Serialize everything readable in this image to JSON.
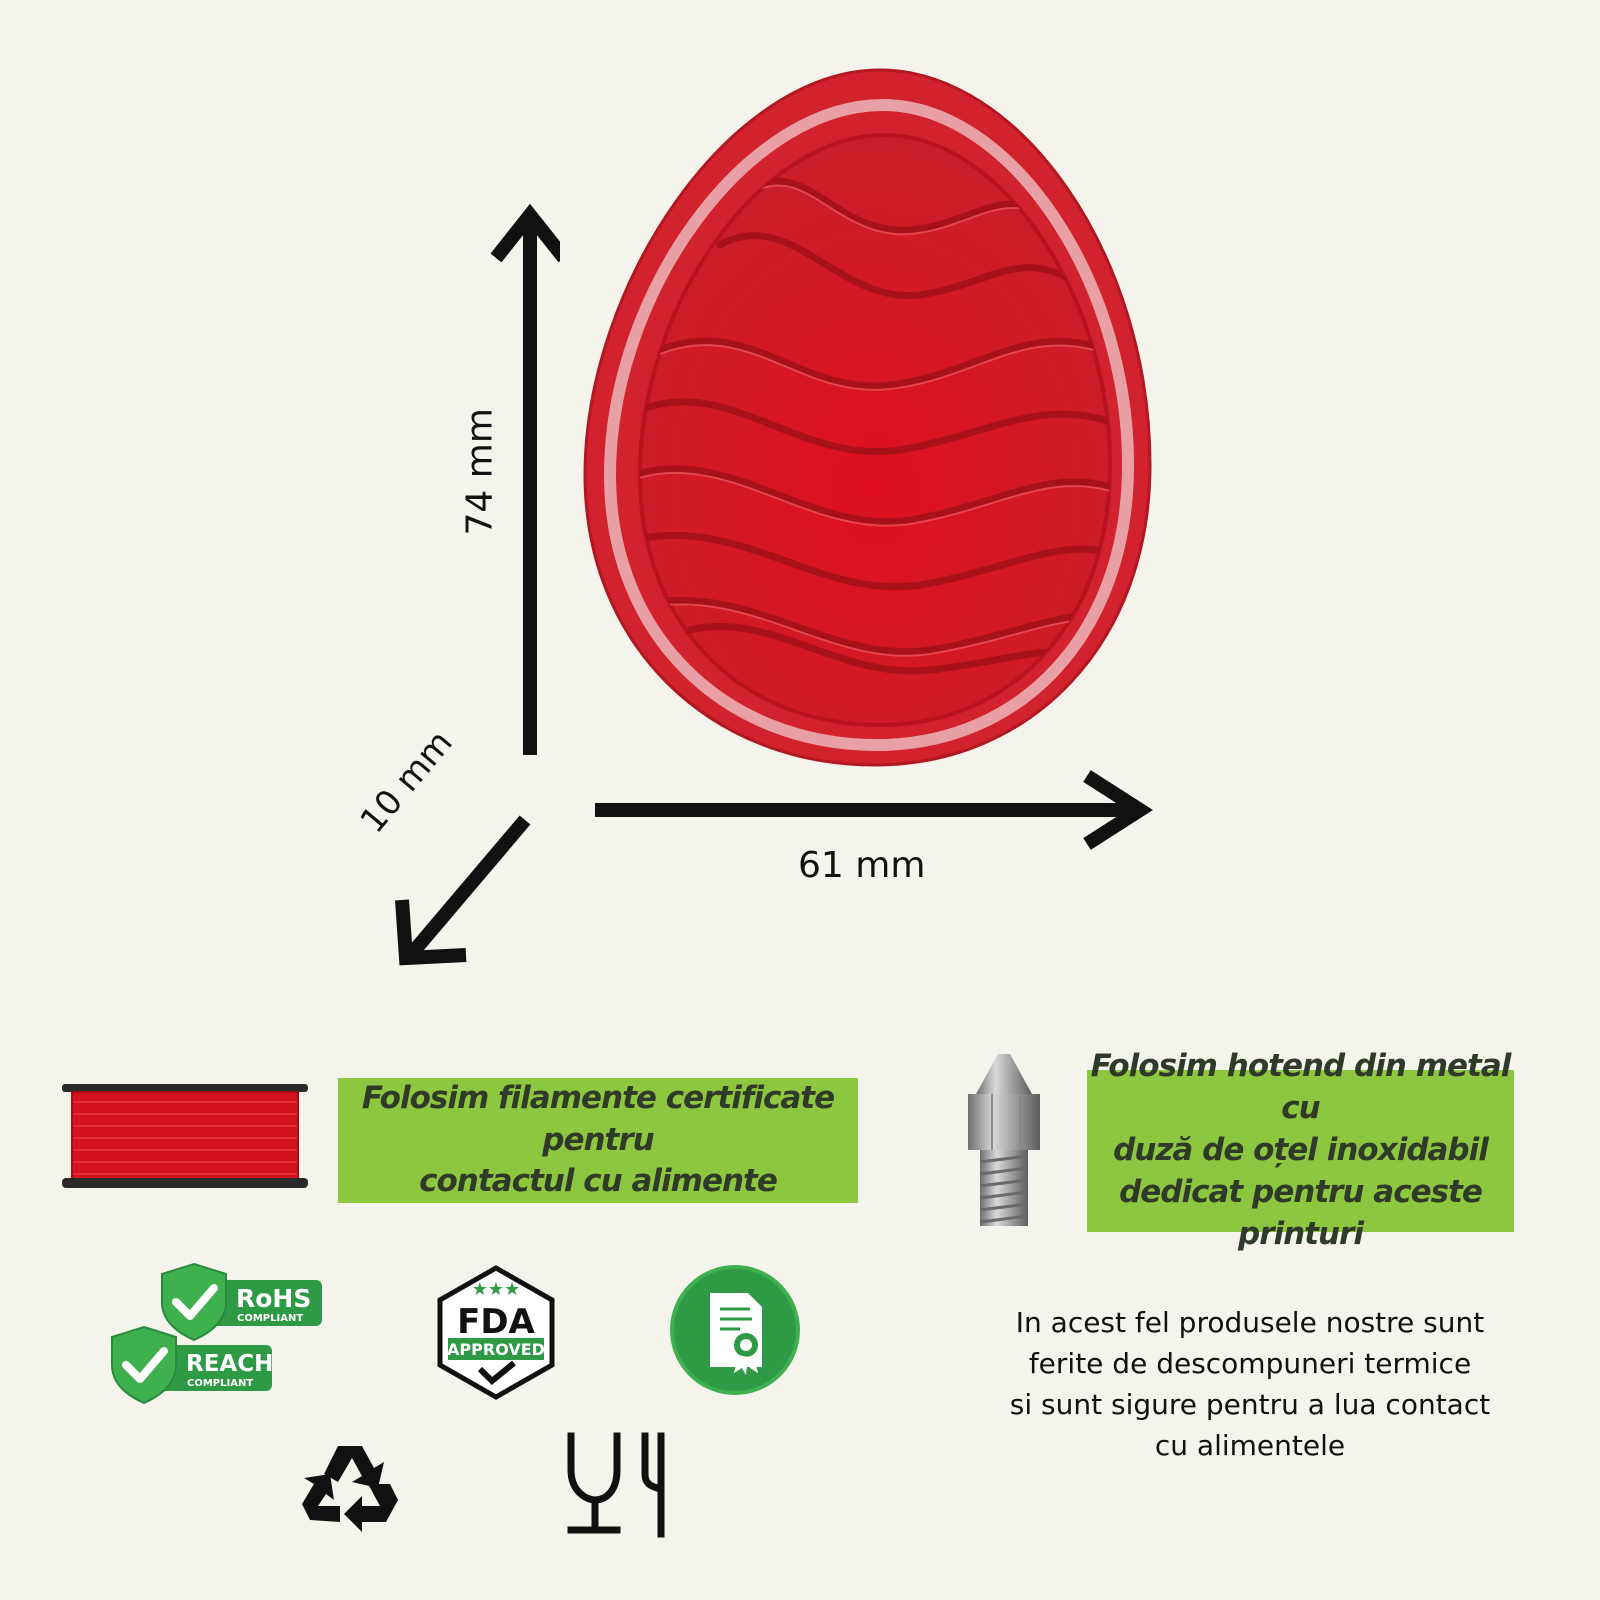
{
  "dimensions": {
    "height_label": "74  mm",
    "width_label": "61 mm",
    "depth_label": "10 mm"
  },
  "features": [
    {
      "lines": [
        "Folosim filamente certificate pentru",
        "contactul cu alimente"
      ]
    },
    {
      "lines": [
        "Folosim hotend din metal cu",
        "duză de oțel inoxidabil",
        "dedicat pentru aceste printuri"
      ]
    }
  ],
  "safety_note": {
    "lines": [
      "In acest fel produsele nostre sunt",
      "ferite de descompuneri termice",
      "si sunt sigure  pentru a lua contact",
      "cu alimentele"
    ]
  },
  "badges": {
    "rohs": {
      "title": "RoHS",
      "subtitle": "COMPLIANT"
    },
    "reach": {
      "title": "REACH",
      "subtitle": "COMPLIANT"
    },
    "fda": {
      "title": "FDA",
      "subtitle": "APPROVED"
    }
  },
  "icons": [
    "recycle-icon",
    "food-safe-icon",
    "certificate-icon",
    "filament-spool-icon",
    "nozzle-icon"
  ],
  "colors": {
    "background": "#f5f4ec",
    "product_red": "#d4101f",
    "label_green": "#8dc63f",
    "badge_green": "#3aa14a"
  }
}
